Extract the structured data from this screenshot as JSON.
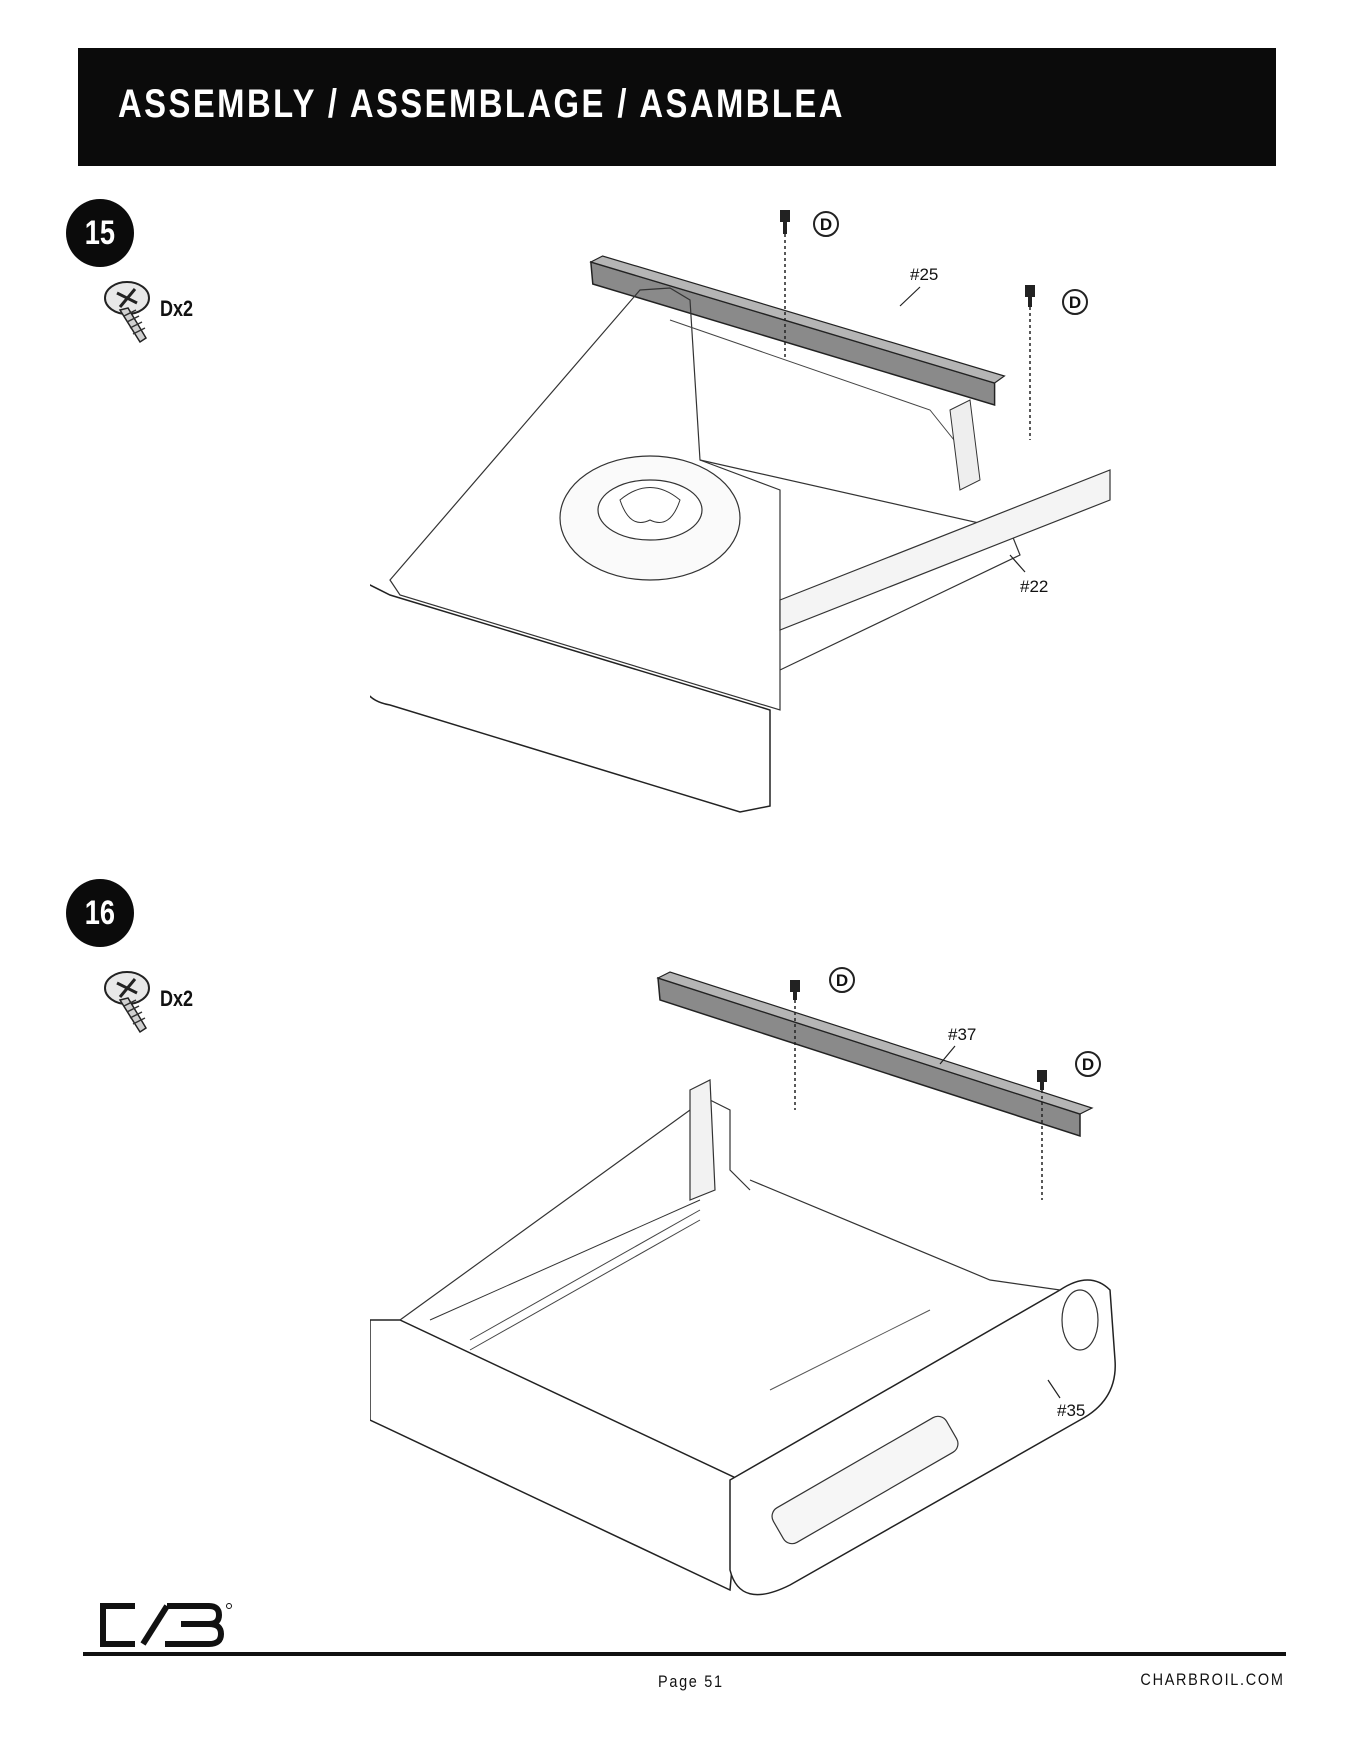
{
  "header": {
    "title": "ASSEMBLY / ASSEMBLAGE / ASAMBLEA"
  },
  "steps": [
    {
      "number": "15",
      "hardware_qty": "Dx2",
      "hardware_letter": "D",
      "callouts": [
        "#25",
        "#22"
      ]
    },
    {
      "number": "16",
      "hardware_qty": "Dx2",
      "hardware_letter": "D",
      "callouts": [
        "#37",
        "#35"
      ]
    }
  ],
  "footer": {
    "page": "Page 51",
    "site": "CHARBROIL.COM",
    "logo": "CB"
  }
}
